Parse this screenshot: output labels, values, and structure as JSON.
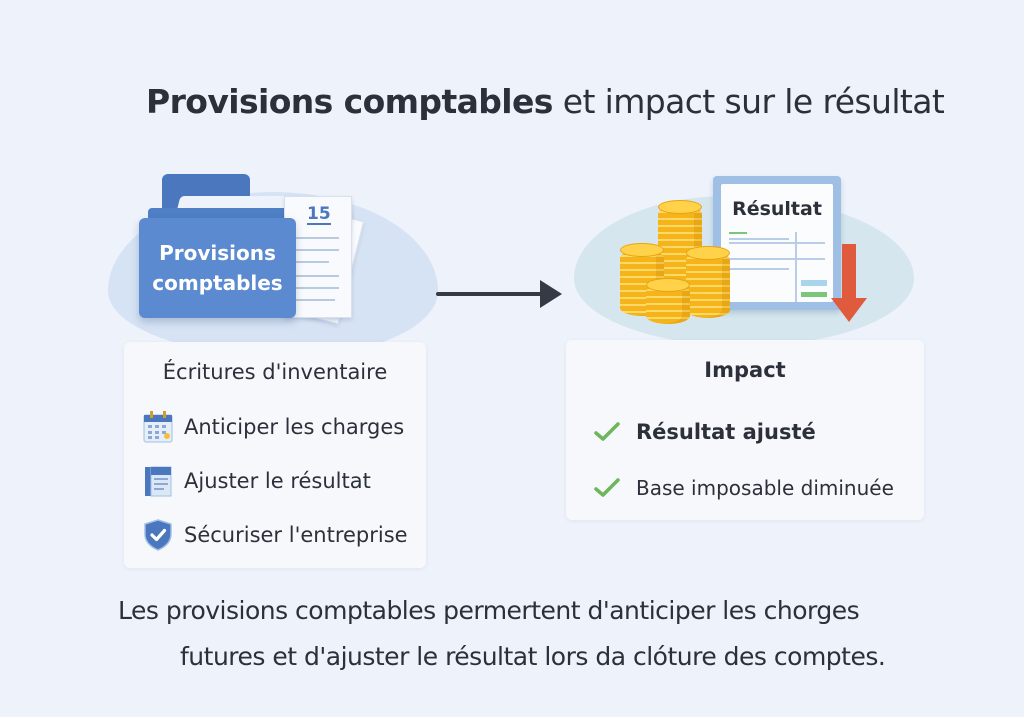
{
  "title": {
    "bold": "Provisions comptables",
    "light": "et impact sur le résultat"
  },
  "left_illustration": {
    "folder_label_line1": "Provisions",
    "folder_label_line2": "comptables",
    "document_number": "15"
  },
  "right_illustration": {
    "report_title": "Résultat",
    "arrow_direction": "down",
    "colors": {
      "coins": "#f4b41a",
      "down_arrow": "#e05a3e",
      "report_frame": "#9fbfe4"
    }
  },
  "left_card": {
    "heading": "Écritures d'inventaire",
    "items": [
      {
        "icon": "calendar-icon",
        "label": "Anticiper les charges"
      },
      {
        "icon": "document-icon",
        "label": "Ajuster le résultat"
      },
      {
        "icon": "shield-check-icon",
        "label": "Sécuriser l'entreprise"
      }
    ]
  },
  "right_card": {
    "heading": "Impact",
    "items": [
      {
        "icon": "check-icon",
        "label": "Résultat ajusté",
        "emphasis": true
      },
      {
        "icon": "check-icon",
        "label": "Base imposable diminuée",
        "emphasis": false
      }
    ]
  },
  "description": {
    "line1": "Les provisions comptables permertent d'anticiper les chorges",
    "line2": "futures et d'ajuster le résultat lors da clóture des comptes."
  },
  "colors": {
    "background": "#eef2fa",
    "folder_blue": "#5b8ad0",
    "check_green": "#6db65b",
    "text_dark": "#2b303b"
  }
}
